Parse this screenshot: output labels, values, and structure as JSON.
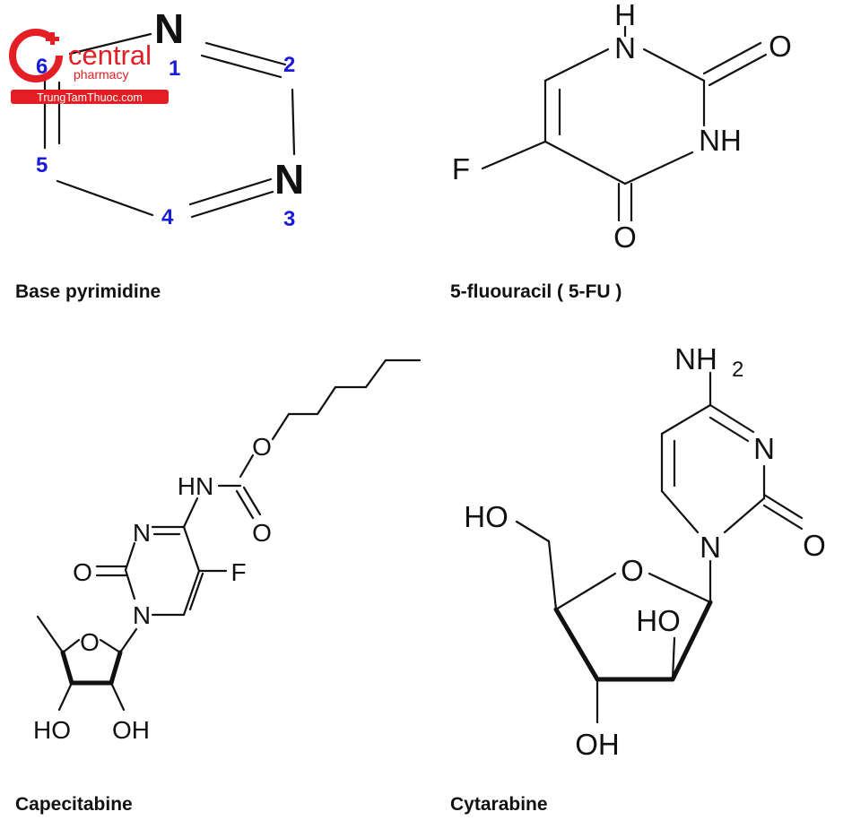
{
  "logo": {
    "name": "central",
    "sub": "pharmacy",
    "site": "TrungTamThuoc.com",
    "brand_color": "#e31e24"
  },
  "panels": {
    "pyrimidine": {
      "caption": "Base pyrimidine",
      "atoms": {
        "n1": "N",
        "n3": "N"
      },
      "numbers": {
        "one": "1",
        "two": "2",
        "three": "3",
        "four": "4",
        "five": "5",
        "six": "6"
      }
    },
    "fluorouracil": {
      "caption": "5-fluouracil ( 5-FU )",
      "atoms": {
        "h": "H",
        "nh_top": "N",
        "o_right": "O",
        "nh_mid": "NH",
        "f": "F",
        "o_bottom": "O"
      }
    },
    "capecitabine": {
      "caption": "Capecitabine",
      "atoms": {
        "o_chain": "O",
        "hn": "HN",
        "o_carbonyl": "O",
        "n_ring": "N",
        "o_left": "O",
        "f": "F",
        "n_bottom": "N",
        "o_sugar": "O",
        "ho": "HO",
        "oh": "OH"
      }
    },
    "cytarabine": {
      "caption": "Cytarabine",
      "atoms": {
        "nh2": "NH",
        "nh2_sub": "2",
        "n_ring": "N",
        "o_right": "O",
        "n_glyco": "N",
        "ho_top": "HO",
        "o_sugar": "O",
        "ho_mid": "HO",
        "oh_bottom": "OH"
      }
    }
  }
}
